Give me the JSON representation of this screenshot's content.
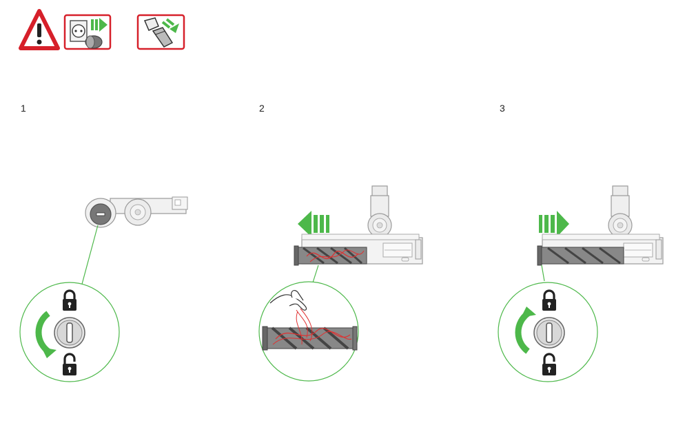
{
  "warning_header": {
    "icons": [
      "warning-triangle-icon",
      "unplug-from-socket-icon",
      "detach-cleaner-head-icon"
    ],
    "colors": {
      "warning_red": "#d6202a",
      "action_green": "#4db84a",
      "line_grey": "#888888",
      "lock_dark": "#222222"
    }
  },
  "steps": [
    {
      "number": "1",
      "icons": [
        "cleaner-head-icon",
        "lock-icon",
        "rotate-arrow-icon",
        "end-cap-icon",
        "unlock-icon"
      ]
    },
    {
      "number": "2",
      "icons": [
        "slide-out-arrow-icon",
        "cleaner-head-icon",
        "brush-bar-icon",
        "hand-icon",
        "hair-strands-icon"
      ]
    },
    {
      "number": "3",
      "icons": [
        "slide-in-arrow-icon",
        "cleaner-head-icon",
        "lock-icon",
        "rotate-arrow-icon",
        "end-cap-icon",
        "unlock-icon"
      ]
    }
  ]
}
